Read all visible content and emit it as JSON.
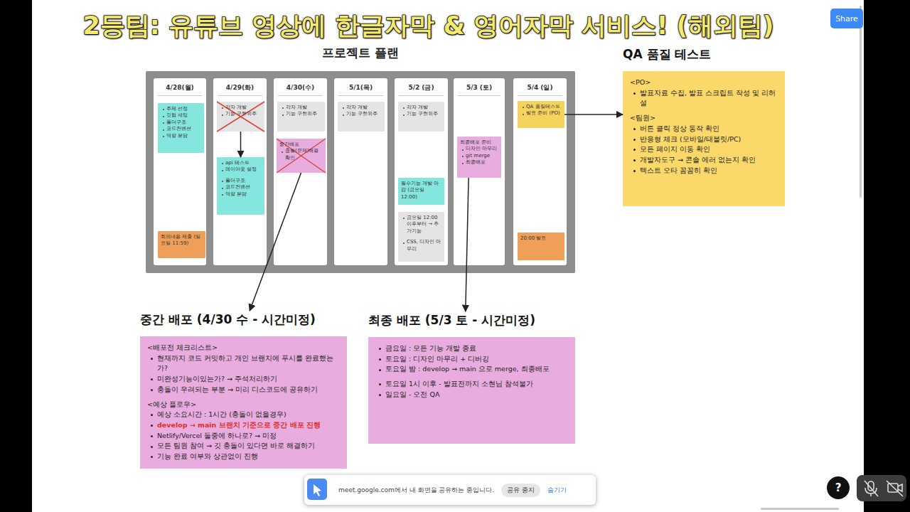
{
  "diagram": {
    "title": "2등팀: 유튜브 영상에 한글자막 & 영어자막 서비스! (해외팀)",
    "nodes": [
      {
        "text": [
          "프로젝트 플랜"
        ]
      },
      {
        "text": [
          "4/28(월)"
        ],
        "in": 0
      },
      {
        "text": [
          "주제 선정",
          "깃헙 세팅",
          "폴더구조",
          "코드컨벤션",
          "역할 분담"
        ],
        "in": 1
      },
      {
        "text": [
          "회의내용 제출 (일요일 11:59)"
        ],
        "in": 1
      },
      {
        "text": [
          "4/29(화)"
        ],
        "in": 0
      },
      {
        "text": [
          "각자 개발",
          "기능 구현위주"
        ],
        "in": 4
      },
      {
        "text": [
          "api 테스트",
          "레이아웃 설정",
          "폴더구조",
          "코드컨벤션",
          "역할 분담"
        ],
        "in": 4
      },
      {
        "text": [
          "4/30(수)"
        ],
        "in": 0
      },
      {
        "text": [
          "각자 개발",
          "기능 구현위주"
        ],
        "in": 7
      },
      {
        "text": [
          "중간배포",
          "충돌(문제)해결 확인"
        ],
        "in": 7
      },
      {
        "text": [
          "5/1(목)"
        ],
        "in": 0
      },
      {
        "text": [
          "각자 개발",
          "기능 구현위주"
        ],
        "in": 10
      },
      {
        "text": [
          "5/2 (금)"
        ],
        "in": 0
      },
      {
        "text": [
          "각자 개발",
          "기능 구현위주"
        ],
        "in": 12
      },
      {
        "text": [
          "필수기능 개발 마감 (금요일 12:00)"
        ],
        "in": 12
      },
      {
        "text": [
          "금요일 12:00 이후부터 → 추가기능",
          "CSS, 디자인 마무리"
        ],
        "in": 12
      },
      {
        "text": [
          "5/3 (토)"
        ],
        "in": 0
      },
      {
        "text": [
          "최종배포 준비",
          "디자인 마무리",
          "git merge",
          "최종배포"
        ],
        "in": 16
      },
      {
        "text": [
          "5/4 (일)"
        ],
        "in": 0
      },
      {
        "text": [
          "QA 품질테스트",
          "발표 준비 (PO)"
        ],
        "in": 18
      },
      {
        "text": [
          "20:00 발표"
        ],
        "in": 18
      },
      {
        "text": [
          "QA 품질 테스트",
          "<PO>",
          "발표자료 수집, 발표 스크립트 작성 및 리허설",
          "<팀원>",
          "버튼 클릭 정상 동작 확인",
          "반응형 체크 (모바일/태블릿/PC)",
          "모든 페이지 이동 확인",
          "개발자도구 → 콘솔 에러 없는지 확인",
          "텍스트 오타 꼼꼼히 확인"
        ]
      },
      {
        "text": [
          "중간 배포 (4/30 수 - 시간미정)",
          "<배포전 체크리스트>",
          "현재까지 코드 커밋하고 개인 브랜치에 푸시를 완료했는가?",
          "미완성기능이있는가? → 주석처리하기",
          "충돌이 우려되는 부분 → 미리 디스코드에 공유하기",
          "<예상 플로우>",
          "예상 소요시간 : 1시간 (충돌이 없을경우)",
          "develop → main 브랜치 기준으로 중간 배포 진행",
          "Netlify/Vercel 둘중에 하나로? → 미정",
          "모든 팀원 참여 → 깃 충돌이 있다면 바로 해결하기",
          "기능 완료 여부와 상관없이 진행"
        ]
      },
      {
        "text": [
          "최종 배포 (5/3 토 - 시간미정)",
          "금요일 : 모든 기능 개발 종료",
          "토요일 : 디자인 마무리 + 디버깅",
          "토요일 밤 : develop → main 으로 merge, 최종배포",
          "토요일 1시 이후 - 발표전까지 소현님 참석불가",
          "일요일 - 오전 QA"
        ]
      },
      {
        "text": [
          "meet.google.com에서 내 화면을 공유하는 중입니다.",
          "공유 중지",
          "숨기기"
        ]
      },
      {
        "text": [
          "Share"
        ]
      },
      {
        "text": [
          "?"
        ]
      }
    ],
    "edges": [
      {
        "from": 5,
        "to": 6,
        "arrow": "to"
      },
      {
        "from": 9,
        "to": 22,
        "arrow": "to"
      },
      {
        "from": 17,
        "to": 23,
        "arrow": "to"
      },
      {
        "from": 19,
        "to": 21,
        "arrow": "to"
      }
    ]
  }
}
